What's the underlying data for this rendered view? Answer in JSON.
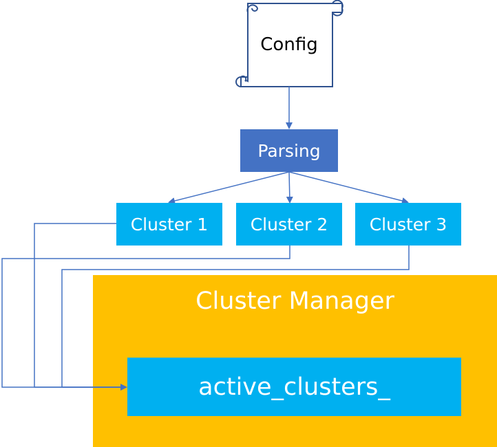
{
  "nodes": {
    "config": "Config",
    "parsing": "Parsing",
    "cluster_1": "Cluster 1",
    "cluster_2": "Cluster 2",
    "cluster_3": "Cluster 3",
    "manager": "Cluster Manager",
    "active_clusters": "active_clusters_"
  },
  "colors": {
    "parsing": "#4472c4",
    "cluster": "#00b0f0",
    "manager": "#ffc000",
    "connector": "#4472c4",
    "scroll_outline": "#2f528f"
  }
}
